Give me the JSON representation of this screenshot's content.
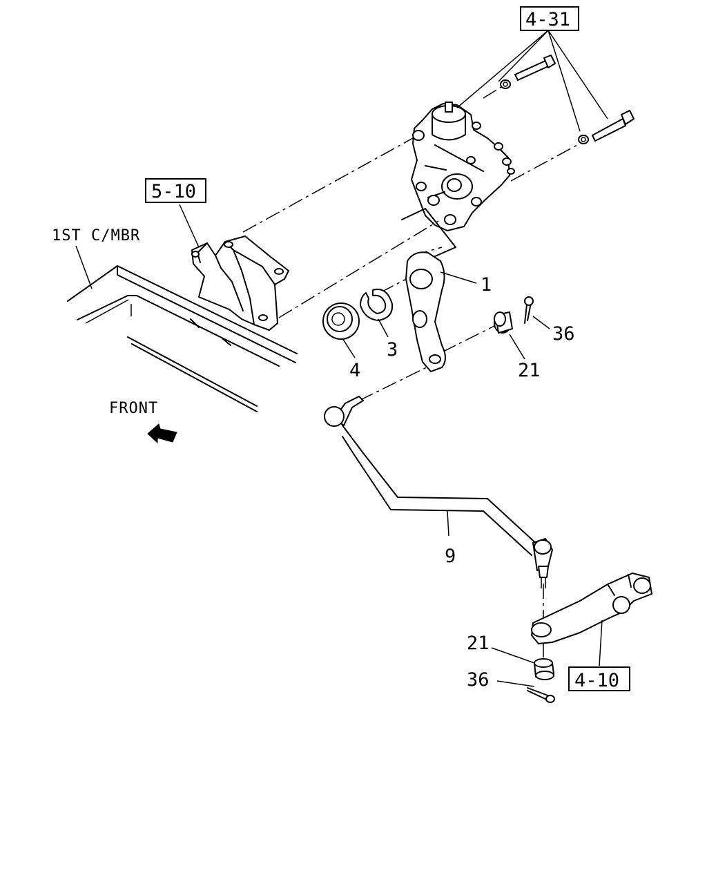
{
  "labels": {
    "frame_member": "1ST C/MBR",
    "front": "FRONT",
    "ref_4_31": "4-31",
    "ref_5_10": "5-10",
    "ref_4_10": "4-10",
    "part_1": "1",
    "part_3": "3",
    "part_4": "4",
    "part_9": "9",
    "part_21_top": "21",
    "part_21_bottom": "21",
    "part_36_top": "36",
    "part_36_bottom": "36"
  }
}
